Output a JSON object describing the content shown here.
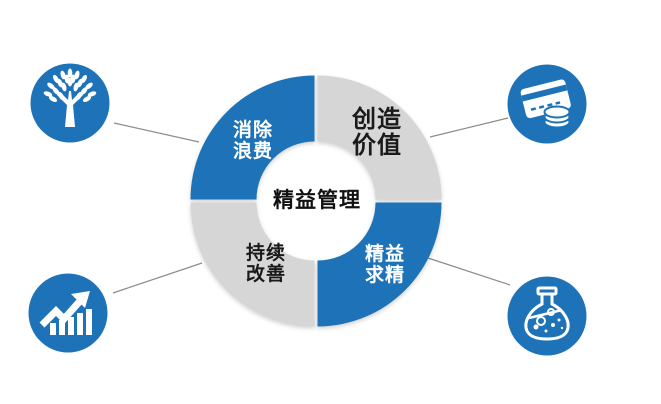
{
  "colors": {
    "blue": "#1e73b8",
    "gray": "#d6d6d6",
    "white": "#ffffff",
    "connector": "#8c8c8c",
    "text_dark": "#1a1a1a",
    "background": "#ffffff"
  },
  "donut": {
    "center_label": "精益管理",
    "segments": [
      {
        "position": "top-left",
        "label": "消除浪费",
        "lines": [
          "消除",
          "浪费"
        ],
        "color": "#1e73b8",
        "text_color": "#ffffff"
      },
      {
        "position": "top-right",
        "label": "创造价值",
        "lines": [
          "创造",
          "价值"
        ],
        "color": "#d6d6d6",
        "text_color": "#1a1a1a"
      },
      {
        "position": "bottom-left",
        "label": "持续改善",
        "lines": [
          "持续",
          "改善"
        ],
        "color": "#d6d6d6",
        "text_color": "#1a1a1a"
      },
      {
        "position": "bottom-right",
        "label": "精益求精",
        "lines": [
          "精益",
          "求精"
        ],
        "color": "#1e73b8",
        "text_color": "#ffffff"
      }
    ]
  },
  "icons": [
    {
      "name": "tree-icon",
      "position": "top-left"
    },
    {
      "name": "credit-card-coins-icon",
      "position": "top-right"
    },
    {
      "name": "growth-chart-icon",
      "position": "bottom-left"
    },
    {
      "name": "flask-icon",
      "position": "bottom-right"
    }
  ]
}
